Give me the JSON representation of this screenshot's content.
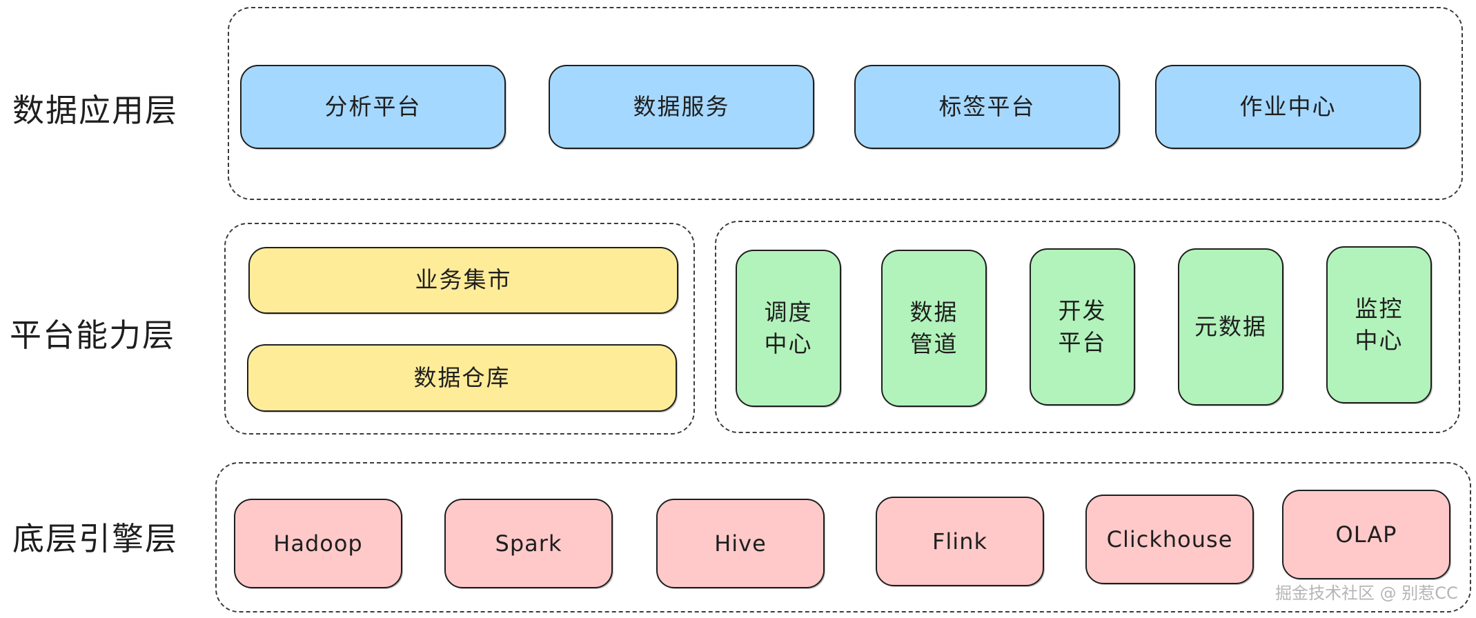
{
  "layers": {
    "app": {
      "label": "数据应用层",
      "boxes": [
        "分析平台",
        "数据服务",
        "标签平台",
        "作业中心"
      ]
    },
    "platform": {
      "label": "平台能力层",
      "left": [
        "业务集市",
        "数据仓库"
      ],
      "right": [
        "调度\n中心",
        "数据\n管道",
        "开发\n平台",
        "元数据",
        "监控\n中心"
      ]
    },
    "engine": {
      "label": "底层引擎层",
      "boxes": [
        "Hadoop",
        "Spark",
        "Hive",
        "Flink",
        "Clickhouse",
        "OLAP"
      ]
    }
  },
  "colors": {
    "app": "#a5d8ff",
    "platform_left": "#ffec99",
    "platform_right": "#b2f2bb",
    "engine": "#ffc9c9"
  },
  "watermark": "掘金技术社区 @ 别惹CC"
}
